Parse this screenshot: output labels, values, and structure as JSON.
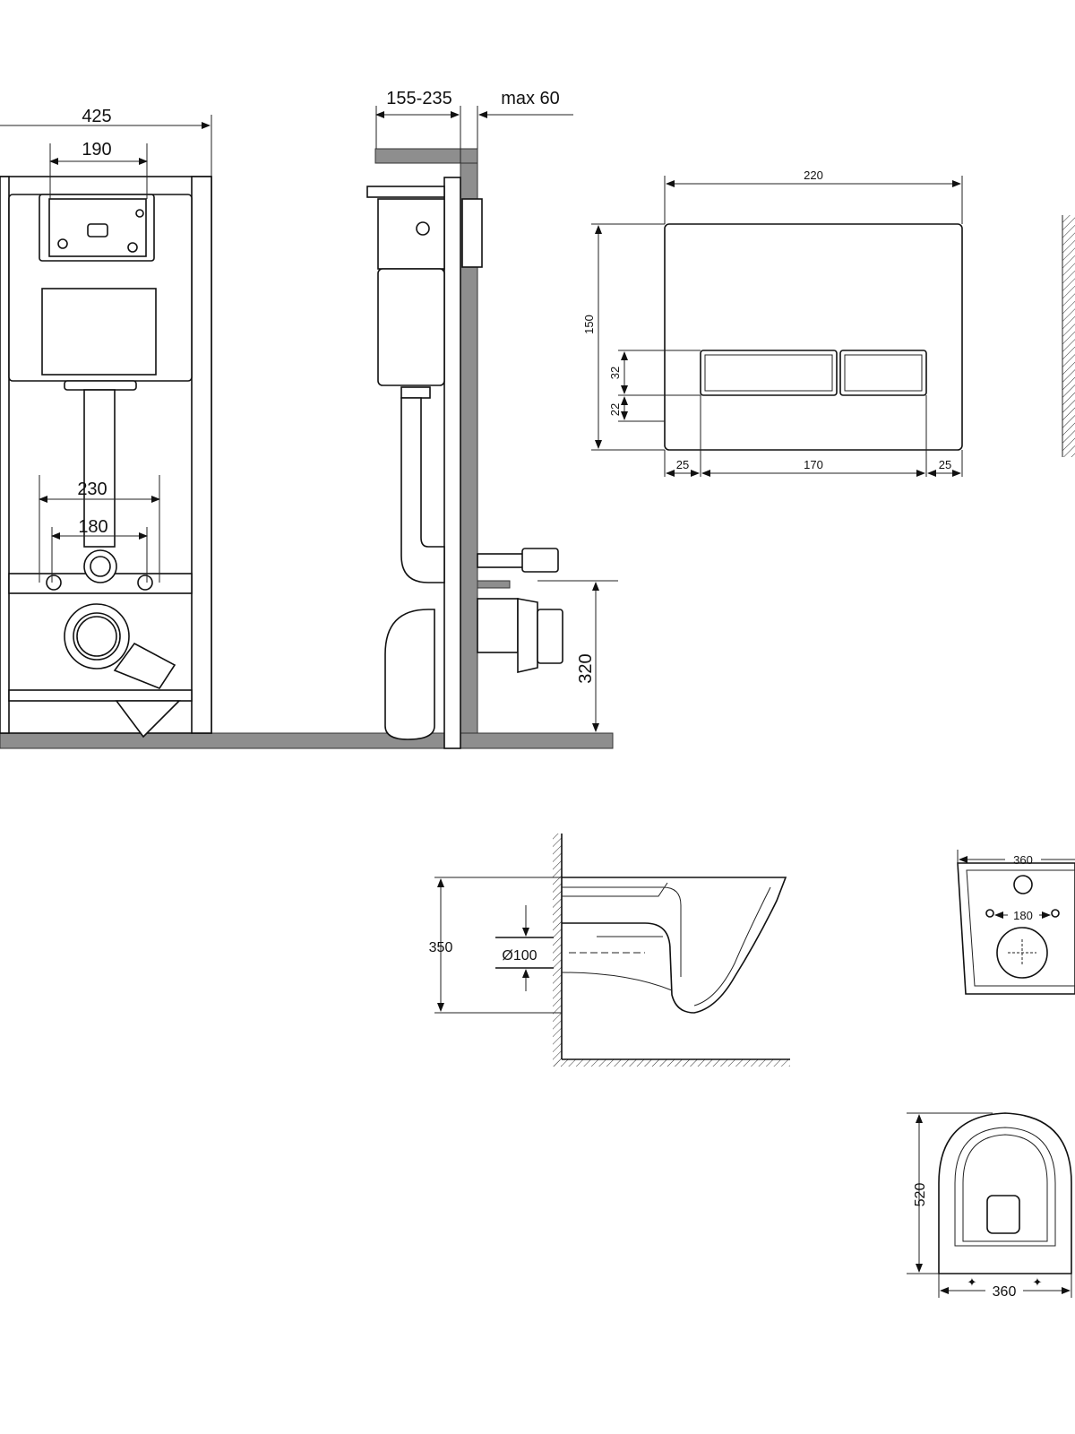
{
  "front_view": {
    "width_total": "425",
    "width_panel": "190",
    "bolt_outer": "230",
    "bolt_inner": "180"
  },
  "side_view": {
    "depth_range": "155-235",
    "wall_max": "max 60",
    "outlet_height": "320"
  },
  "flush_plate": {
    "width": "220",
    "height": "150",
    "button_height": "32",
    "button_offset": "22",
    "margin_left": "25",
    "buttons_width": "170",
    "margin_right": "25"
  },
  "bowl_side": {
    "height": "350",
    "pipe_diameter": "Ø100"
  },
  "bowl_back": {
    "width": "360",
    "bolt_spacing": "180"
  },
  "bowl_top": {
    "length": "520",
    "width": "360"
  },
  "colors": {
    "line": "#111111",
    "wall_fill": "#8e8e8e"
  }
}
